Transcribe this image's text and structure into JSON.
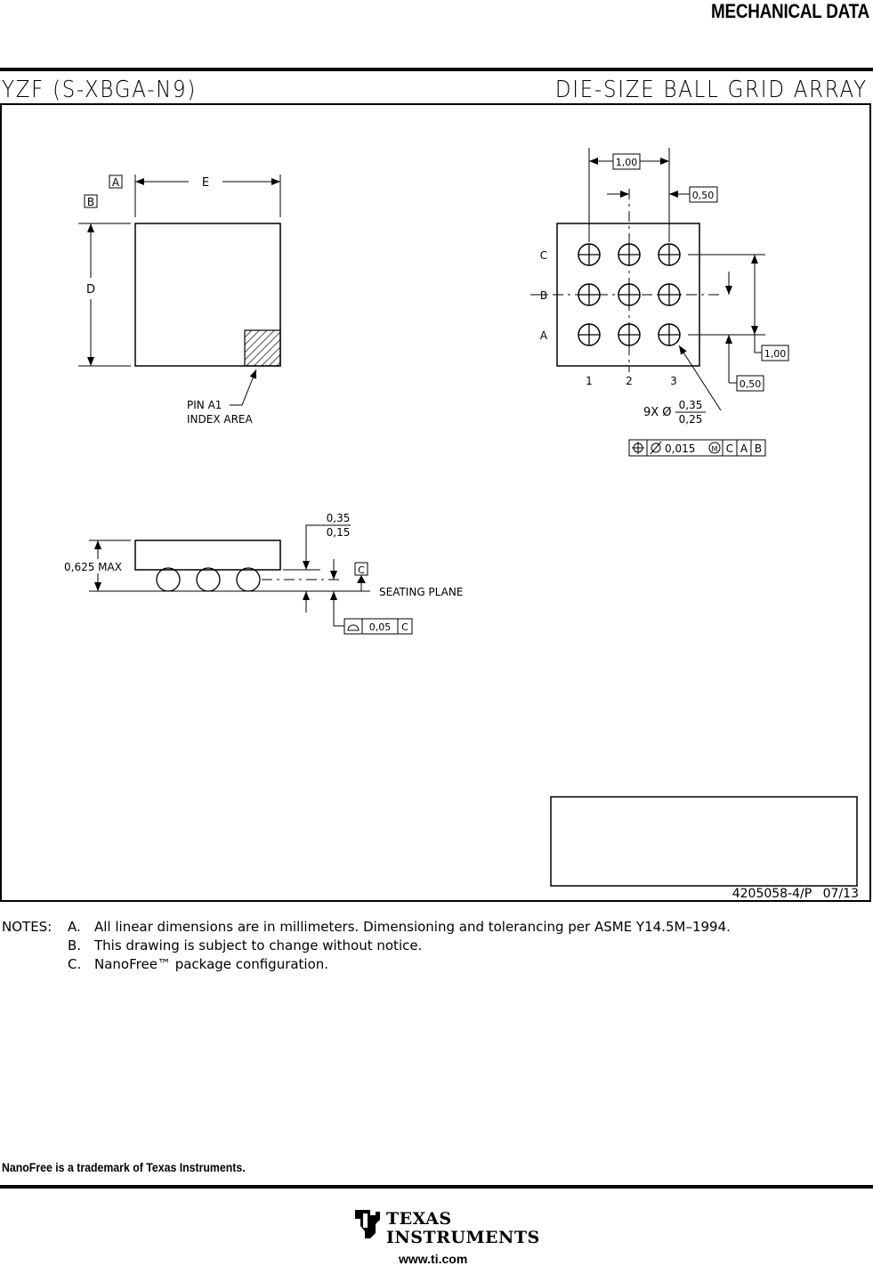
{
  "header": {
    "section": "MECHANICAL DATA"
  },
  "title": {
    "package": "YZF (S-XBGA-N9)",
    "type": "DIE-SIZE BALL GRID ARRAY"
  },
  "top_view": {
    "datum_a": "A",
    "datum_b": "B",
    "dim_e": "E",
    "dim_d": "D",
    "pin_label_1": "PIN A1",
    "pin_label_2": "INDEX AREA"
  },
  "bottom_view": {
    "pitch_top": "1,00",
    "offset_top": "0,50",
    "pitch_right": "1,00",
    "offset_right": "0,50",
    "rows": [
      "C",
      "B",
      "A"
    ],
    "cols": [
      "1",
      "2",
      "3"
    ],
    "ball_count": "9X Ø",
    "ball_max": "0,35",
    "ball_min": "0,25",
    "fcf_value": "0,015",
    "fcf_m": "M",
    "fcf_datums": [
      "C",
      "A",
      "B"
    ]
  },
  "side_view": {
    "height": "0,625 MAX",
    "standoff_max": "0,35",
    "standoff_min": "0,15",
    "datum_c": "C",
    "seating_plane": "SEATING PLANE",
    "coplanarity": "0,05",
    "coplanarity_datum": "C"
  },
  "doc_number": "4205058-4/P 07/13",
  "notes": {
    "label": "NOTES:",
    "items": [
      {
        "letter": "A.",
        "text": "All linear dimensions are in millimeters. Dimensioning and tolerancing per ASME Y14.5M–1994."
      },
      {
        "letter": "B.",
        "text": "This drawing is subject to change without notice."
      },
      {
        "letter": "C.",
        "text": "NanoFree™ package configuration."
      }
    ]
  },
  "trademark": "NanoFree is a trademark of Texas Instruments.",
  "footer": {
    "brand_line1": "TEXAS",
    "brand_line2": "INSTRUMENTS",
    "url": "www.ti.com"
  }
}
